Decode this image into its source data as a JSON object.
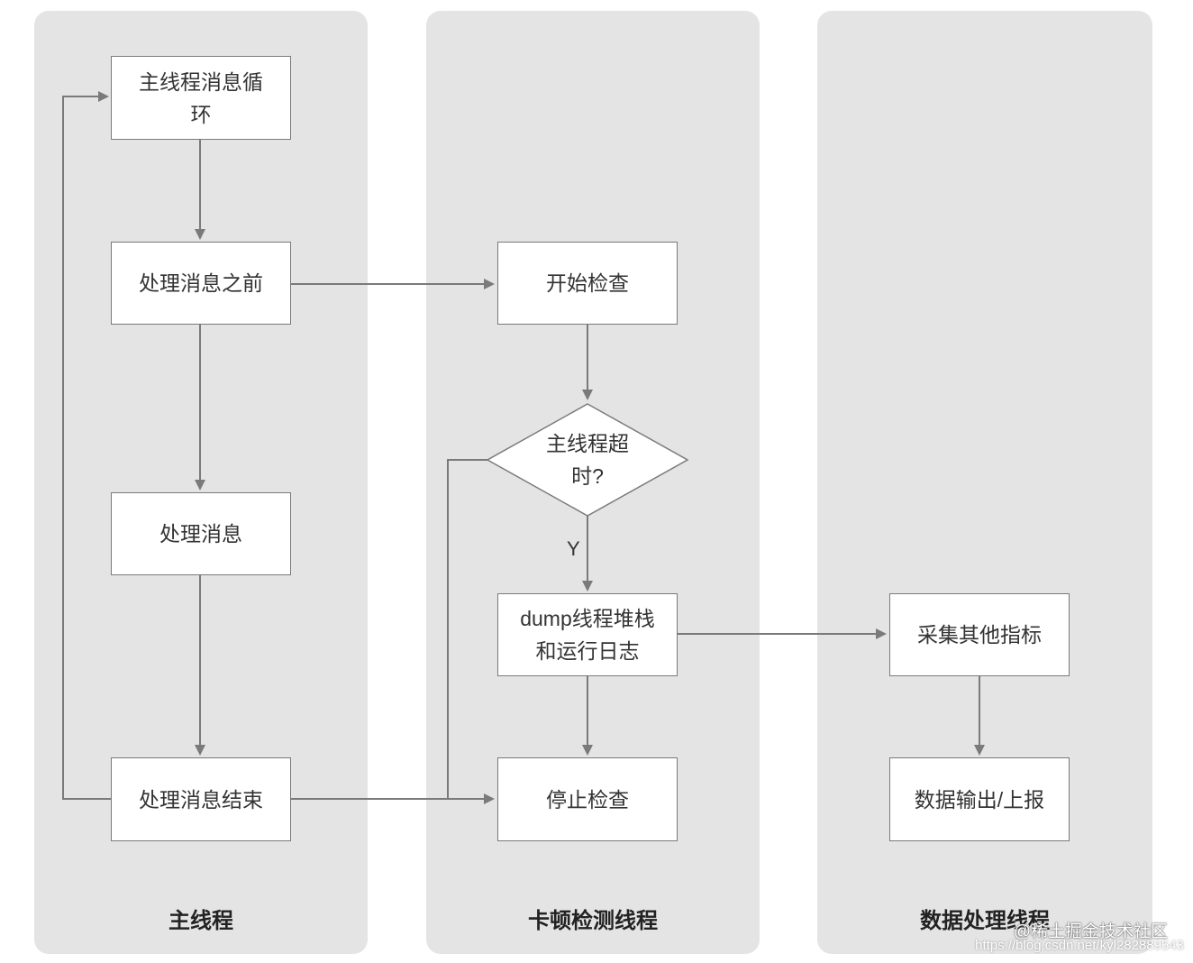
{
  "lanes": {
    "main": "主线程",
    "detector": "卡顿检测线程",
    "data": "数据处理线程"
  },
  "nodes": {
    "loop": "主线程消息循\n环",
    "before": "处理消息之前",
    "process": "处理消息",
    "end": "处理消息结束",
    "start_check": "开始检查",
    "timeout": "主线程超\n时?",
    "dump": "dump线程堆栈\n和运行日志",
    "stop_check": "停止检查",
    "collect": "采集其他指标",
    "report": "数据输出/上报"
  },
  "edges": {
    "yes_label": "Y"
  },
  "watermark": {
    "site": "@稀土掘金技术社区",
    "url": "https://blog.csdn.net/kyl282889543"
  },
  "colors": {
    "lane_bg": "#e4e4e4",
    "line": "#7a7a7a"
  }
}
